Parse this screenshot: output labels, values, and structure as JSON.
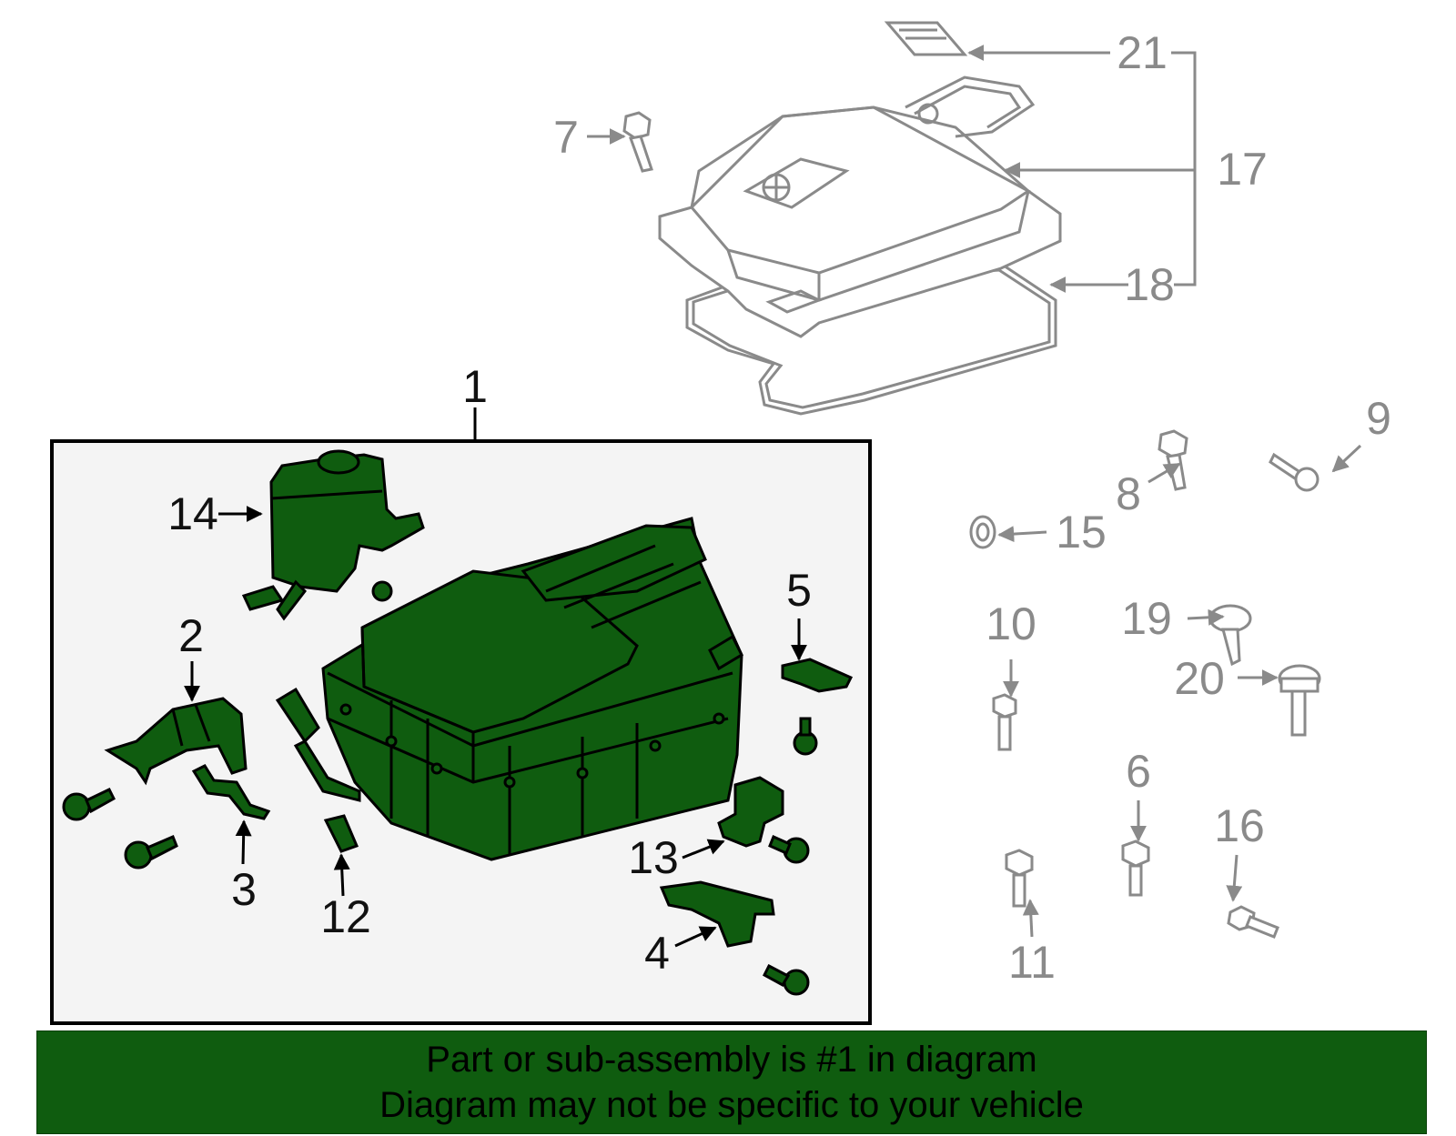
{
  "colors": {
    "highlight": "#0f5c0f",
    "outline_dark": "#000000",
    "outline_grey": "#8a8a8a",
    "box_fill": "#f4f4f4"
  },
  "callouts": {
    "c1": "1",
    "c2": "2",
    "c3": "3",
    "c4": "4",
    "c5": "5",
    "c6": "6",
    "c7": "7",
    "c8": "8",
    "c9": "9",
    "c10": "10",
    "c11": "11",
    "c12": "12",
    "c13": "13",
    "c14": "14",
    "c15": "15",
    "c16": "16",
    "c17": "17",
    "c18": "18",
    "c19": "19",
    "c20": "20",
    "c21": "21"
  },
  "banner": {
    "line1": "Part or sub-assembly is #1 in diagram",
    "line2": "Diagram may not be specific to your vehicle"
  }
}
